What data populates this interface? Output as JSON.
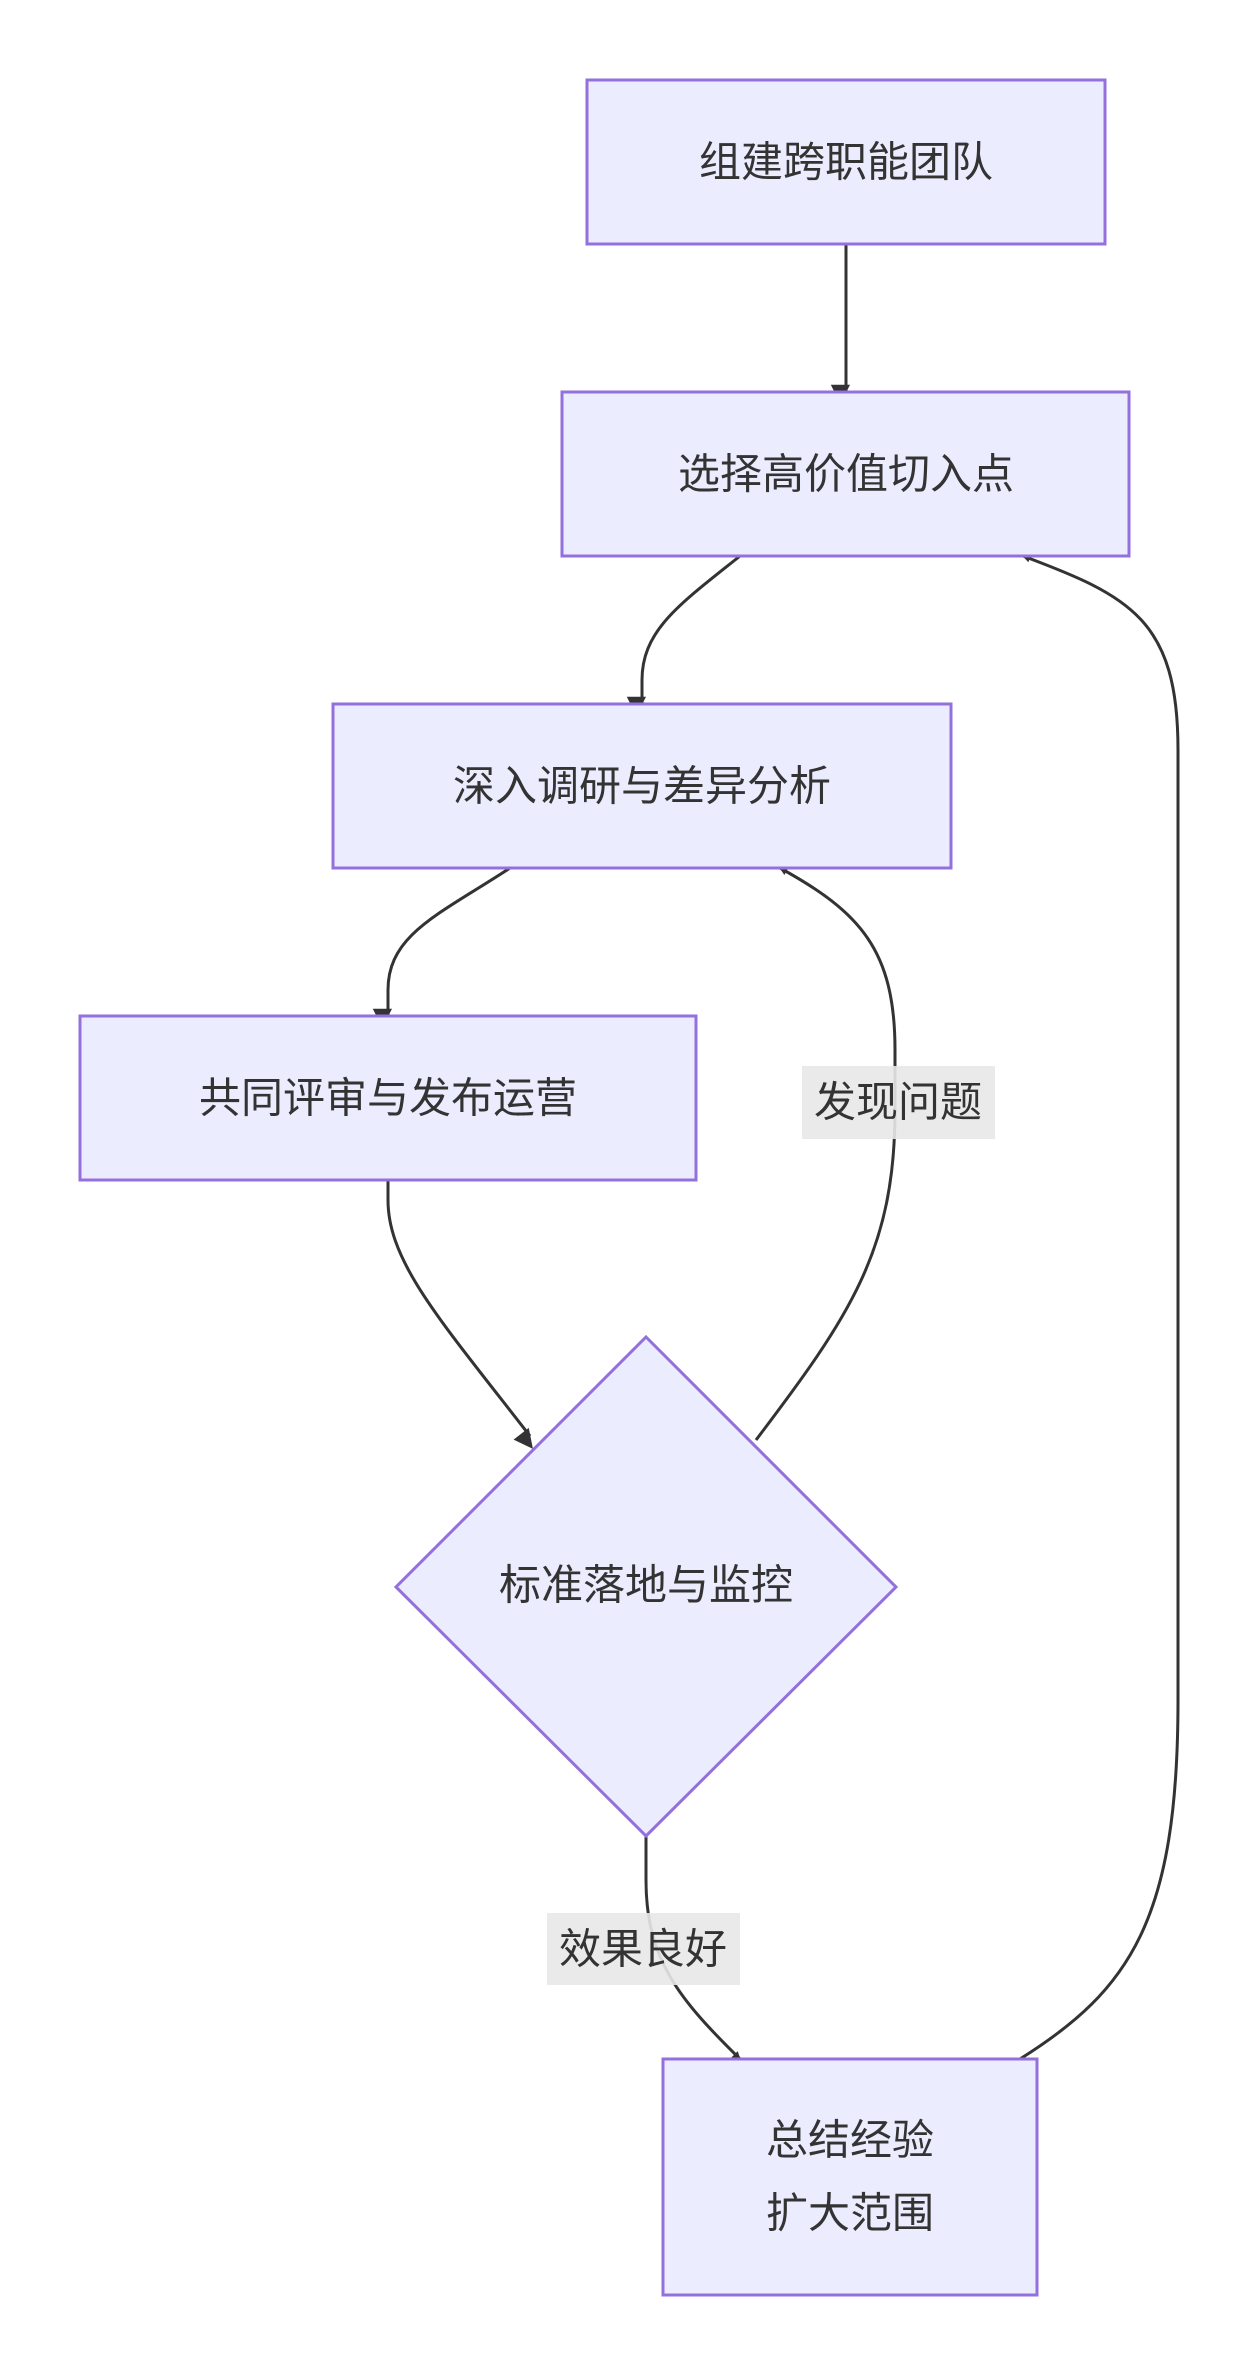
{
  "diagram": {
    "type": "flowchart",
    "direction": "top-down",
    "colors": {
      "node_fill": "#ECECFF",
      "node_border": "#9370DB",
      "edge": "#333333",
      "label_bg": "#E8E8E8",
      "text": "#333333"
    },
    "nodes": [
      {
        "id": "A",
        "shape": "rect",
        "lines": [
          "组建跨职能团队"
        ]
      },
      {
        "id": "B",
        "shape": "rect",
        "lines": [
          "选择高价值切入点"
        ]
      },
      {
        "id": "C",
        "shape": "rect",
        "lines": [
          "深入调研与差异分析"
        ]
      },
      {
        "id": "D",
        "shape": "rect",
        "lines": [
          "共同评审与发布运营"
        ]
      },
      {
        "id": "E",
        "shape": "diamond",
        "lines": [
          "标准落地与监控"
        ]
      },
      {
        "id": "F",
        "shape": "rect",
        "lines": [
          "总结经验",
          "扩大范围"
        ]
      }
    ],
    "edges": [
      {
        "from": "A",
        "to": "B",
        "label": ""
      },
      {
        "from": "B",
        "to": "C",
        "label": ""
      },
      {
        "from": "C",
        "to": "D",
        "label": ""
      },
      {
        "from": "D",
        "to": "E",
        "label": ""
      },
      {
        "from": "E",
        "to": "C",
        "label": "发现问题"
      },
      {
        "from": "E",
        "to": "F",
        "label": "效果良好"
      },
      {
        "from": "F",
        "to": "B",
        "label": ""
      }
    ]
  }
}
